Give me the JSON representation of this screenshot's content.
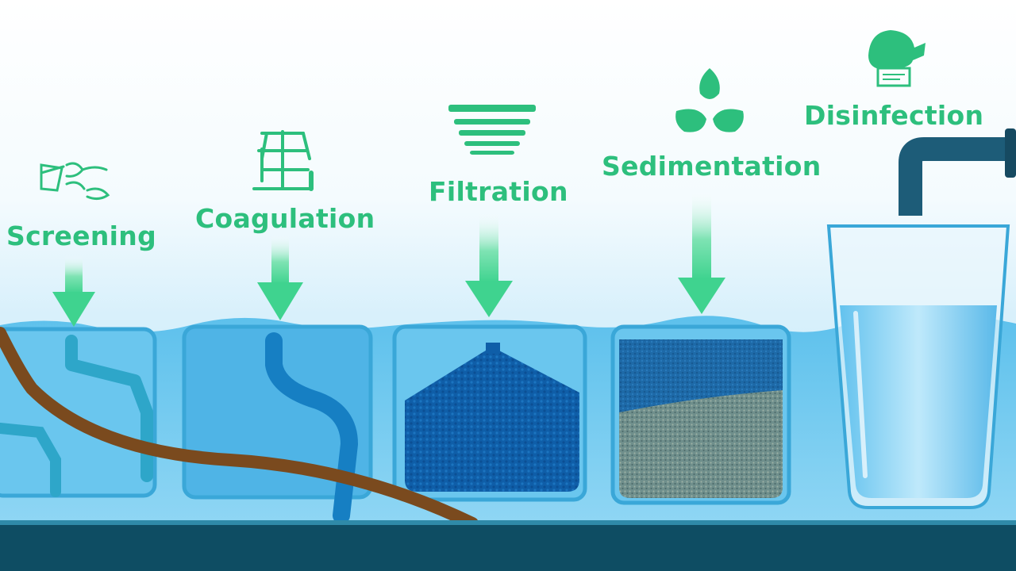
{
  "diagram": {
    "stages": [
      {
        "id": "screening",
        "label": "Screening",
        "icon": "screen-mesh-icon"
      },
      {
        "id": "coagulation",
        "label": "Coagulation",
        "icon": "balance-scale-icon"
      },
      {
        "id": "filtration",
        "label": "Filtration",
        "icon": "filter-layers-icon"
      },
      {
        "id": "sedimentation",
        "label": "Sedimentation",
        "icon": "leaves-icon"
      },
      {
        "id": "disinfection",
        "label": "Disinfection",
        "icon": "faucet-drop-icon"
      }
    ],
    "colors": {
      "accent_green": "#2dbf7d",
      "arrow_green": "#3fd38f",
      "water_light": "#8ed3f3",
      "water_mid": "#4db5e6",
      "water_deep": "#0f5ea8",
      "ground": "#0e4d63",
      "pipe_brown": "#7a4a1e",
      "faucet": "#1d5c78"
    }
  }
}
